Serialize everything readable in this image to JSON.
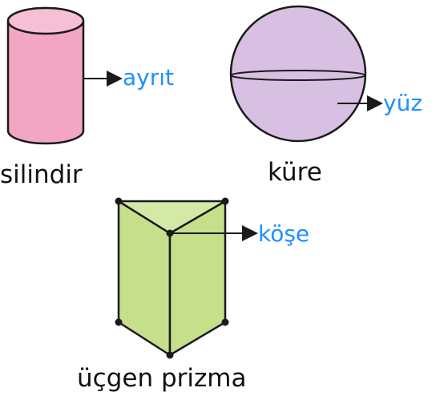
{
  "colors": {
    "outline": "#1a1a1a",
    "label_blue": "#1e90ff",
    "cylinder_fill": "#f2a6c4",
    "sphere_fill": "#d7c0e2",
    "prism_fill": "#c8e08e"
  },
  "shapes": {
    "cylinder": {
      "name": "silindir",
      "callout": "ayrıt"
    },
    "sphere": {
      "name": "küre",
      "callout": "yüz"
    },
    "prism": {
      "name": "üçgen prizma",
      "callout": "köşe"
    }
  }
}
